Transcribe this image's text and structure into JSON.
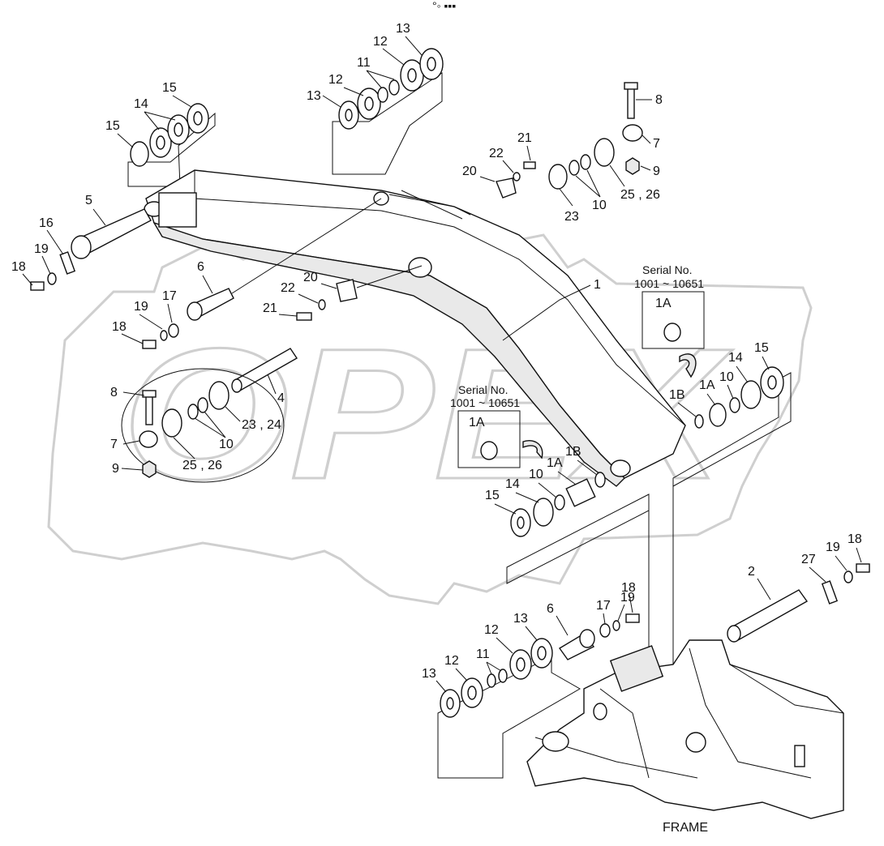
{
  "header": {
    "mark": "°◦ ▪▪▪"
  },
  "watermark": {
    "text": "OPEX",
    "color": "#cfcfcf"
  },
  "callouts": {
    "c13_top": "13",
    "c12_top": "12",
    "c11_top": "11",
    "c12_top2": "12",
    "c13_top2": "13",
    "c15_left": "15",
    "c14_left": "14",
    "c15_left2": "15",
    "c8_top": "8",
    "c7_top": "7",
    "c9_top": "9",
    "c25_top": "25 , 26",
    "c10_top": "10",
    "c23_top": "23",
    "c21_top": "21",
    "c22_top": "22",
    "c20_top": "20",
    "c5": "5",
    "c16": "16",
    "c19_a": "19",
    "c18_a": "18",
    "c6_a": "6",
    "c17_a": "17",
    "c19_b": "19",
    "c18_b": "18",
    "c22_mid": "22",
    "c20_mid": "20",
    "c21_mid": "21",
    "c1": "1",
    "c4": "4",
    "c8_left": "8",
    "c7_left": "7",
    "c9_left": "9",
    "c25_left": "25 , 26",
    "c10_left": "10",
    "c23_left": "23 , 24",
    "c1A_box_right": "1A",
    "c1A_box_left": "1A",
    "c15_r": "15",
    "c14_r": "14",
    "c10_r": "10",
    "c1A_r": "1A",
    "c1B_r": "1B",
    "c1B_c": "1B",
    "c1A_c": "1A",
    "c10_c": "10",
    "c14_c": "14",
    "c15_c": "15",
    "c2": "2",
    "c27": "27",
    "c19_r": "19",
    "c18_r": "18",
    "c6_b": "6",
    "c17_b": "17",
    "c19_b2": "19",
    "c18_b2": "18",
    "c13_bot": "13",
    "c12_bot": "12",
    "c11_bot": "11",
    "c12_bot2": "12",
    "c13_bot2": "13"
  },
  "serials": {
    "right_line1": "Serial No.",
    "right_line2": "1001 ~ 10651",
    "left_line1": "Serial No.",
    "left_line2": "1001 ~ 10651"
  },
  "footer": {
    "frame_label": "FRAME"
  }
}
